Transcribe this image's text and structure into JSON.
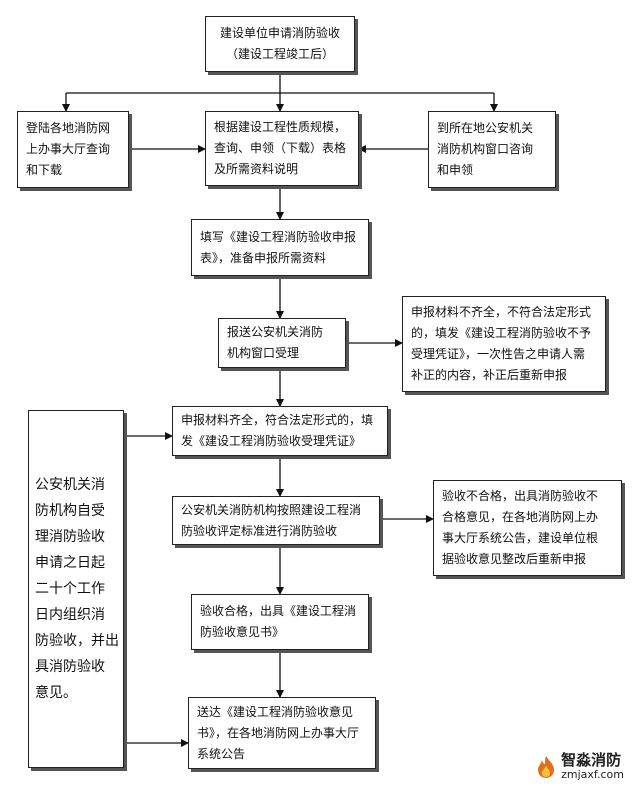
{
  "flow": {
    "start": {
      "line1": "建设单位申请消防验收",
      "line2": "（建设工程竣工后）"
    },
    "left_online": {
      "line1": "登陆各地消防网",
      "line2": "上办事大厅查询",
      "line3": "和下载"
    },
    "center_info": {
      "line1": "根据建设工程性质规模，",
      "line2": "查询、申领（下载）表格",
      "line3": "及所需资料说明"
    },
    "right_window": {
      "line1": "到所在地公安机关",
      "line2": "消防机构窗口咨询",
      "line3": "和申领"
    },
    "fill_form": {
      "line1": "填写《建设工程消防验收申报",
      "line2": "表》，准备申报所需资料"
    },
    "submit": {
      "line1": "报送公安机关消防",
      "line2": "机构窗口受理"
    },
    "incomplete": {
      "line1": "申报材料不齐全，不符合法定形式",
      "line2": "的，填发《建设工程消防验收不予",
      "line3": "受理凭证》，一次性告之申请人需",
      "line4": "补正的内容，补正后重新申报"
    },
    "complete": {
      "line1": "申报材料齐全，符合法定形式的，填",
      "line2": "发《建设工程消防验收受理凭证》"
    },
    "inspection": {
      "line1": "公安机关消防机构按照建设工程消",
      "line2": "防验收评定标准进行消防验收"
    },
    "fail": {
      "line1": "验收不合格，出具消防验收不",
      "line2": "合格意见，在各地消防网上办",
      "line3": "事大厅系统公告，建设单位根",
      "line4": "据验收意见整改后重新申报"
    },
    "pass": {
      "line1": "验收合格，出具《建设工程消",
      "line2": "防验收意见书》"
    },
    "deliver": {
      "line1": "送达《建设工程消防验收意见",
      "line2": "书》，在各地消防网上办事大厅",
      "line3": "系统公告"
    },
    "side_note": {
      "line1": "公安机关消",
      "line2": "防机构自受",
      "line3": "理消防验收",
      "line4": "申请之日起",
      "line5": "二十个工作",
      "line6": "日内组织消",
      "line7": "防验收，并出",
      "line8": "具消防验收",
      "line9": "意见。"
    }
  },
  "watermark": {
    "title": "智淼消防",
    "url": "zmjaxf.com",
    "icon": "flame-icon"
  }
}
